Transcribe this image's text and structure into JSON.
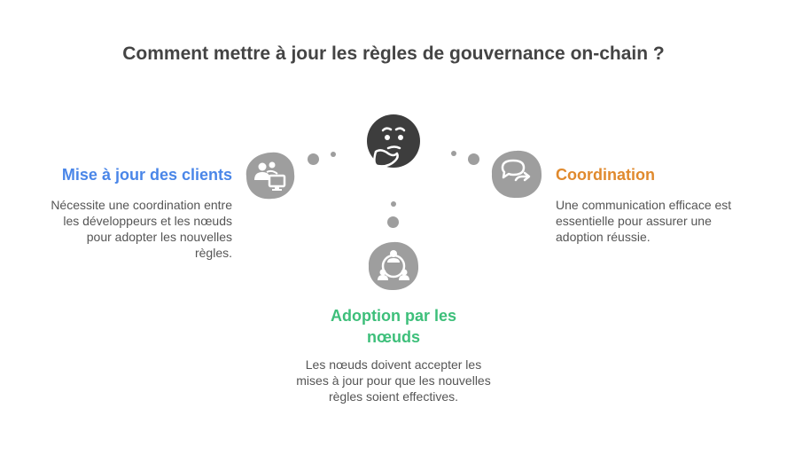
{
  "title": "Comment mettre à jour les règles de gouvernance on-chain ?",
  "colors": {
    "clients": "#4a86e8",
    "coordination": "#e08a2e",
    "adoption": "#3dbf7a",
    "icon_bubble": "#9e9e9e",
    "center": "#3d3d3d"
  },
  "nodes": {
    "clients": {
      "heading": "Mise à jour des clients",
      "text": "Nécessite une coordination entre les développeurs et les nœuds pour adopter les nouvelles règles.",
      "icon": "users-computer-icon"
    },
    "coordination": {
      "heading": "Coordination",
      "text": "Une communication efficace est essentielle pour assurer une adoption réussie.",
      "icon": "chat-bubbles-icon"
    },
    "adoption": {
      "heading": "Adoption par les nœuds",
      "text": "Les nœuds doivent accepter les mises à jour pour que les nouvelles règles soient effectives.",
      "icon": "network-people-icon"
    },
    "center": {
      "icon": "thinking-face-icon"
    }
  }
}
